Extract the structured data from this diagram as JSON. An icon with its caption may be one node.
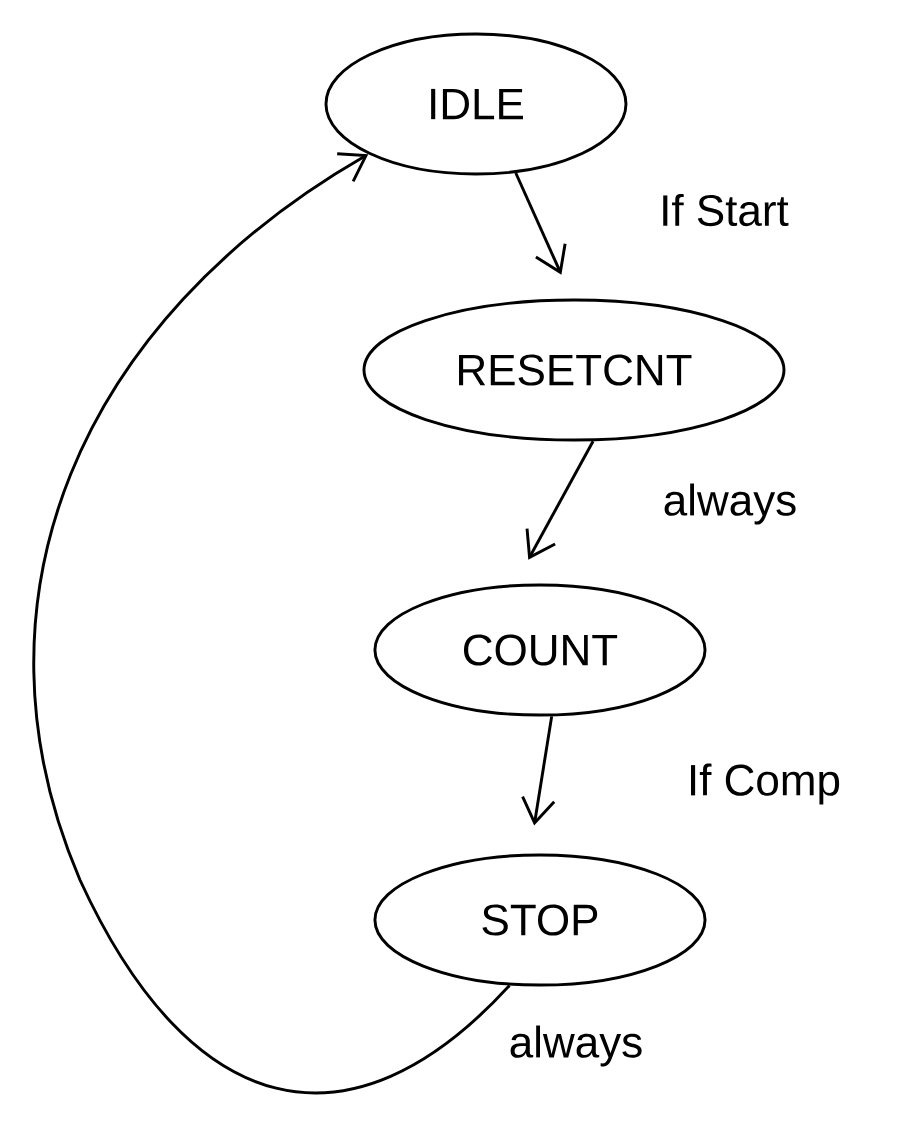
{
  "diagram": {
    "nodes": [
      {
        "text": [
          "IDLE"
        ]
      },
      {
        "text": [
          "RESETCNT"
        ]
      },
      {
        "text": [
          "COUNT"
        ]
      },
      {
        "text": [
          "STOP"
        ]
      }
    ],
    "edges": [
      {
        "from": 0,
        "to": 1,
        "arrow": "to",
        "label": "If Start"
      },
      {
        "from": 1,
        "to": 2,
        "arrow": "to",
        "label": "always"
      },
      {
        "from": 2,
        "to": 3,
        "arrow": "to",
        "label": "If Comp"
      },
      {
        "from": 3,
        "to": 0,
        "arrow": "to",
        "label": "always"
      }
    ]
  }
}
